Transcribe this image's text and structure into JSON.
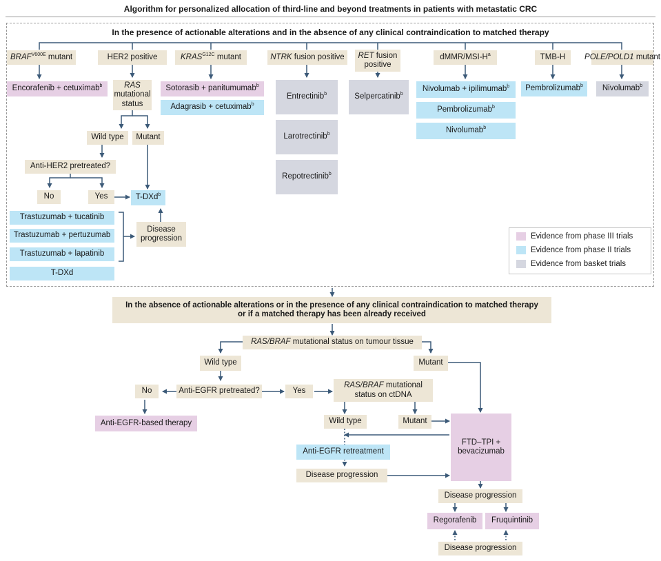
{
  "title": "Algorithm for personalized allocation of third-line and beyond treatments in patients with metastatic CRC",
  "section1_header": "In the presence of actionable alterations and in the absence of any clinical contraindication to matched therapy",
  "section2_header_line1": "In the absence of actionable alterations or in the presence of any clinical contraindication to matched therapy",
  "section2_header_line2": "or if a matched therapy has been already received",
  "alterations": {
    "braf": {
      "gene": "BRAF",
      "sup": "V600E",
      "suffix": " mutant"
    },
    "her2": "HER2 positive",
    "kras": {
      "gene": "KRAS",
      "sup": "G12C",
      "suffix": " mutant"
    },
    "ntrk": {
      "gene": "NTRK",
      "suffix": " fusion positive"
    },
    "ret": {
      "gene": "RET",
      "suffix": " fusion",
      "line2": "positive"
    },
    "dmmr": {
      "text": "dMMR/MSI-H",
      "sup": "a"
    },
    "tmb": "TMB-H",
    "pole": {
      "gene": "POLE/POLD1",
      "suffix": " mutant"
    }
  },
  "treatments": {
    "enco": {
      "text": "Encorafenib + cetuximab",
      "sup": "b"
    },
    "soto": {
      "text": "Sotorasib + panitumumab",
      "sup": "b"
    },
    "adagra": {
      "text": "Adagrasib + cetuximab",
      "sup": "b"
    },
    "entrec": {
      "text": "Entrectinib",
      "sup": "b"
    },
    "larotrec": {
      "text": "Larotrectinib",
      "sup": "b"
    },
    "repotrec": {
      "text": "Repotrectinib",
      "sup": "b"
    },
    "selper": {
      "text": "Selpercatinib",
      "sup": "b"
    },
    "nivoipi": {
      "text": "Nivolumab + ipilimumab",
      "sup": "b"
    },
    "pembro1": {
      "text": "Pembrolizumab",
      "sup": "b"
    },
    "nivo1": {
      "text": "Nivolumab",
      "sup": "b"
    },
    "pembro2": {
      "text": "Pembrolizumab",
      "sup": "b"
    },
    "nivo2": {
      "text": "Nivolumab",
      "sup": "b"
    },
    "tdxd1": {
      "text": "T-DXd",
      "sup": "b"
    },
    "tras_tuca": "Trastuzumab + tucatinib",
    "tras_pert": "Trastuzumab + pertuzumab",
    "tras_lapa": "Trastuzumab + lapatinib",
    "tdxd2": "T-DXd"
  },
  "her2_flow": {
    "ras_status": {
      "gene": "RAS",
      "line2": "mutational",
      "line3": "status"
    },
    "wild_type": "Wild type",
    "mutant": "Mutant",
    "anti_her2": "Anti-HER2 pretreated?",
    "no": "No",
    "yes": "Yes",
    "disease_progression": {
      "line1": "Disease",
      "line2": "progression"
    }
  },
  "legend": [
    {
      "label": "Evidence from phase III trials",
      "color": "#e6cfe4"
    },
    {
      "label": "Evidence from phase II trials",
      "color": "#bde5f6"
    },
    {
      "label": "Evidence from basket trials",
      "color": "#d5d7e0"
    }
  ],
  "lower_flow": {
    "ras_braf_tissue": {
      "gene": "RAS/BRAF",
      "suffix": " mutational status on tumour tissue"
    },
    "wild_type_1": "Wild type",
    "mutant_1": "Mutant",
    "anti_egfr_pretreated": "Anti-EGFR pretreated?",
    "no": "No",
    "yes": "Yes",
    "ras_braf_ctdna": {
      "gene": "RAS/BRAF",
      "suffix": " mutational",
      "line2": "status on ctDNA"
    },
    "wild_type_2": "Wild type",
    "mutant_2": "Mutant",
    "anti_egfr_therapy": "Anti-EGFR-based therapy",
    "anti_egfr_retreatment": "Anti-EGFR retreatment",
    "disease_progression_1": "Disease progression",
    "ftd_tpi": {
      "line1": "FTD–TPI +",
      "line2": "bevacizumab"
    },
    "disease_progression_2": "Disease progression",
    "regorafenib": "Regorafenib",
    "fruquintinib": "Fruquintinib",
    "disease_progression_3": "Disease progression"
  },
  "colors": {
    "phase3": "#e6cfe4",
    "phase2": "#bde5f6",
    "basket": "#d5d7e0",
    "neutral": "#ede6d6",
    "arrow": "#3c5a78"
  }
}
